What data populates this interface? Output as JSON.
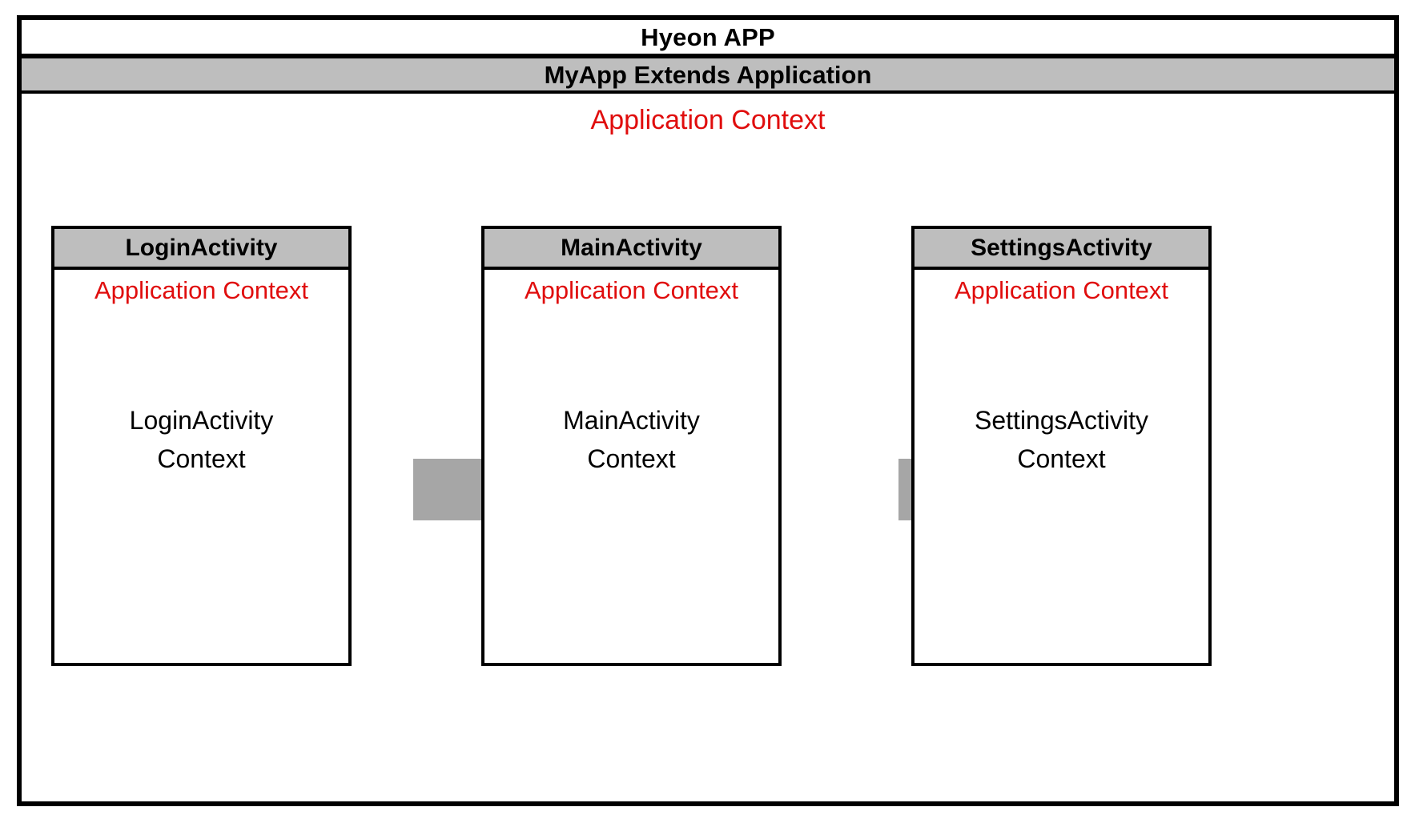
{
  "diagram": {
    "app": {
      "title": "Hyeon APP",
      "subtitle": "MyApp Extends Application",
      "context_label": "Application Context"
    },
    "activities": [
      {
        "name": "LoginActivity",
        "app_context": "Application Context",
        "own_context": "LoginActivity\nContext"
      },
      {
        "name": "MainActivity",
        "app_context": "Application Context",
        "own_context": "MainActivity\nContext"
      },
      {
        "name": "SettingsActivity",
        "app_context": "Application Context",
        "own_context": "SettingsActivity\nContext"
      }
    ],
    "arrows": [
      {
        "icon": "arrow-right-icon"
      },
      {
        "icon": "arrow-right-icon"
      }
    ],
    "colors": {
      "application_context_red": "#e00d0d",
      "header_gray": "#bebebe",
      "arrow_gray": "#a6a6a6",
      "border_black": "#000000",
      "background_white": "#ffffff"
    }
  }
}
